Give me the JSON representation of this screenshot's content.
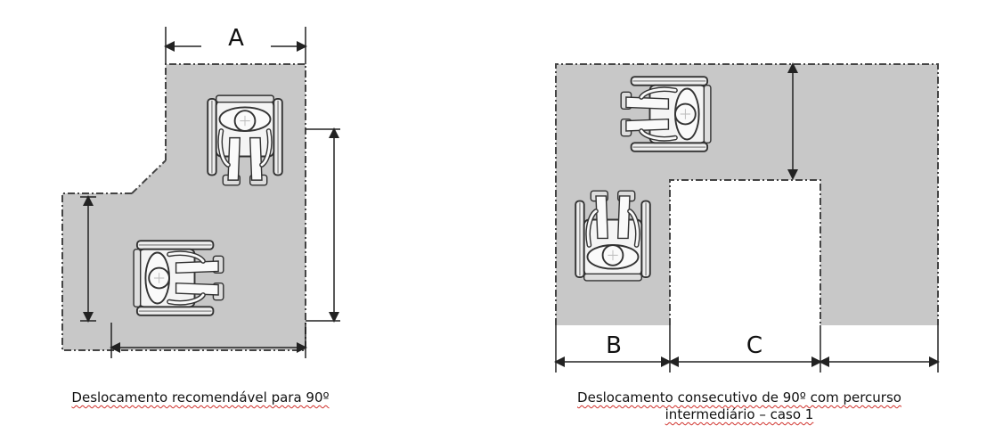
{
  "left_diagram": {
    "dimension_label": "A",
    "caption": "Deslocamento recomendável para 90º"
  },
  "right_diagram": {
    "dimension_labels": [
      "B",
      "C"
    ],
    "caption_line1": "Deslocamento consecutivo de 90º com percurso",
    "caption_line2": "intermediário – caso 1"
  },
  "colors": {
    "floor_area": "#c8c8c8",
    "boundary_line": "#444444",
    "dimension_line": "#222222",
    "spellcheck_underline": "#d0302a"
  },
  "icons": [
    "wheelchair-user-icon"
  ]
}
